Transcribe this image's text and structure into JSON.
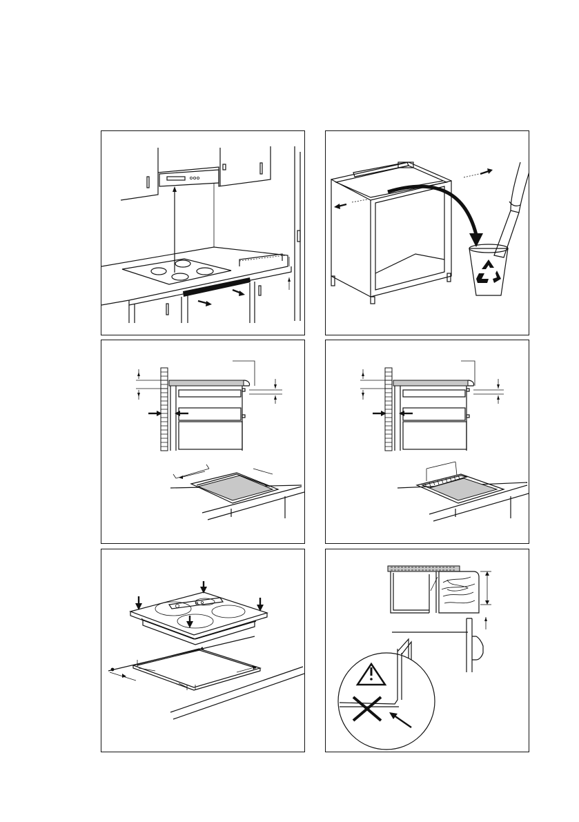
{
  "page": {
    "background": "#ffffff",
    "line_color": "#111111"
  },
  "figures": [
    {
      "id": "fig-1",
      "icon": "hob-under-hood-clearance"
    },
    {
      "id": "fig-2",
      "icon": "cabinet-remove-rail-recycle-icon"
    },
    {
      "id": "fig-3",
      "icon": "cutout-dimensions-wall-clearance"
    },
    {
      "id": "fig-4",
      "icon": "cutout-dimensions-variant"
    },
    {
      "id": "fig-5",
      "icon": "hob-insertion-into-cutout"
    },
    {
      "id": "fig-6",
      "icon": "worktop-edge-warning-icon"
    }
  ]
}
